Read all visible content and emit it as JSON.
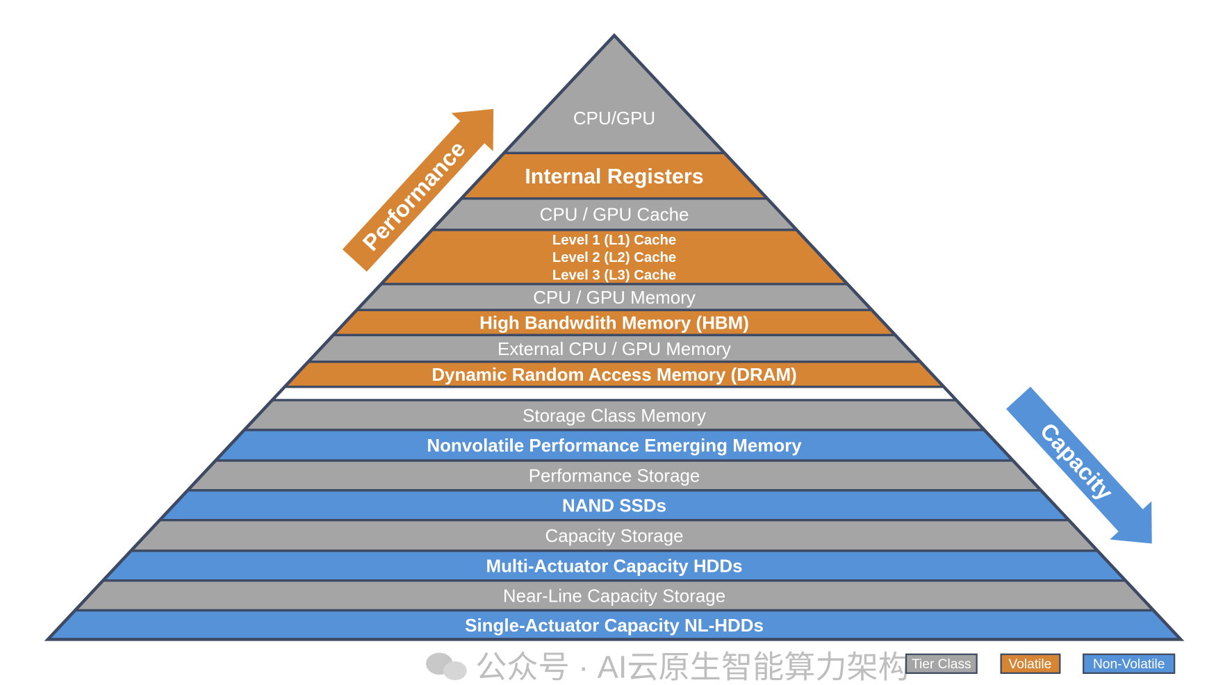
{
  "title": "Memory and Storage Hierarchy Pyramid",
  "colors": {
    "tier_class": "#a5a5a5",
    "volatile": "#d58534",
    "non_volatile": "#5592d8",
    "outline": "#3e4a63"
  },
  "arrows": {
    "performance": "Performance",
    "capacity": "Capacity"
  },
  "tiers": [
    {
      "label": "CPU/GPU",
      "kind": "tier_class"
    },
    {
      "label": "Internal Registers",
      "kind": "volatile"
    },
    {
      "label": "CPU / GPU Cache",
      "kind": "tier_class"
    },
    {
      "label": "Level 1 (L1) Cache",
      "label2": "Level 2 (L2) Cache",
      "label3": "Level 3 (L3) Cache",
      "kind": "volatile"
    },
    {
      "label": "CPU / GPU Memory",
      "kind": "tier_class"
    },
    {
      "label": "High Bandwdith Memory (HBM)",
      "kind": "volatile"
    },
    {
      "label": "External CPU / GPU Memory",
      "kind": "tier_class"
    },
    {
      "label": "Dynamic Random Access Memory (DRAM)",
      "kind": "volatile"
    },
    {
      "label": "Storage Class Memory",
      "kind": "tier_class"
    },
    {
      "label": "Nonvolatile Performance Emerging Memory",
      "kind": "non_volatile"
    },
    {
      "label": "Performance Storage",
      "kind": "tier_class"
    },
    {
      "label": "NAND SSDs",
      "kind": "non_volatile"
    },
    {
      "label": "Capacity Storage",
      "kind": "tier_class"
    },
    {
      "label": "Multi-Actuator Capacity HDDs",
      "kind": "non_volatile"
    },
    {
      "label": "Near-Line Capacity Storage",
      "kind": "tier_class"
    },
    {
      "label": "Single-Actuator Capacity NL-HDDs",
      "kind": "non_volatile"
    }
  ],
  "legend": {
    "tier_class": "Tier Class",
    "volatile": "Volatile",
    "non_volatile": "Non-Volatile"
  },
  "watermark": "公众号 · AI云原生智能算力架构"
}
